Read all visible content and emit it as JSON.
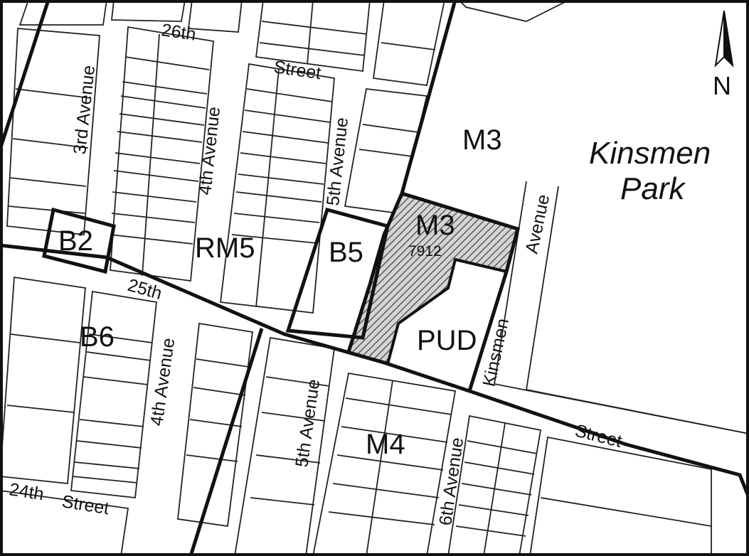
{
  "map": {
    "streets": {
      "street_26": "26th",
      "street_26_word": "Street",
      "street_25": "25th",
      "street_25_word": "Street",
      "street_24": "24th",
      "street_24_word": "Street",
      "ave_3": "3rd Avenue",
      "ave_4_north": "4th Avenue",
      "ave_5_north": "5th Avenue",
      "ave_4_south": "4th Avenue",
      "ave_5_south": "5th Avenue",
      "ave_6": "6th Avenue",
      "kinsmen_ave_word": "Avenue",
      "kinsmen_word": "Kinsmen"
    },
    "zones": {
      "m3_north": "M3",
      "m3_site": "M3",
      "site_number": "7912",
      "b2": "B2",
      "rm5": "RM5",
      "b5": "B5",
      "pud": "PUD",
      "b6": "B6",
      "m4": "M4"
    },
    "park": {
      "line1": "Kinsmen",
      "line2": "Park"
    },
    "north_arrow": {
      "label": "N",
      "icon": "north-arrow-icon"
    },
    "colors": {
      "roads": "#111111",
      "lots": "#222222",
      "hatch": "#333333",
      "background": "#ffffff"
    }
  }
}
